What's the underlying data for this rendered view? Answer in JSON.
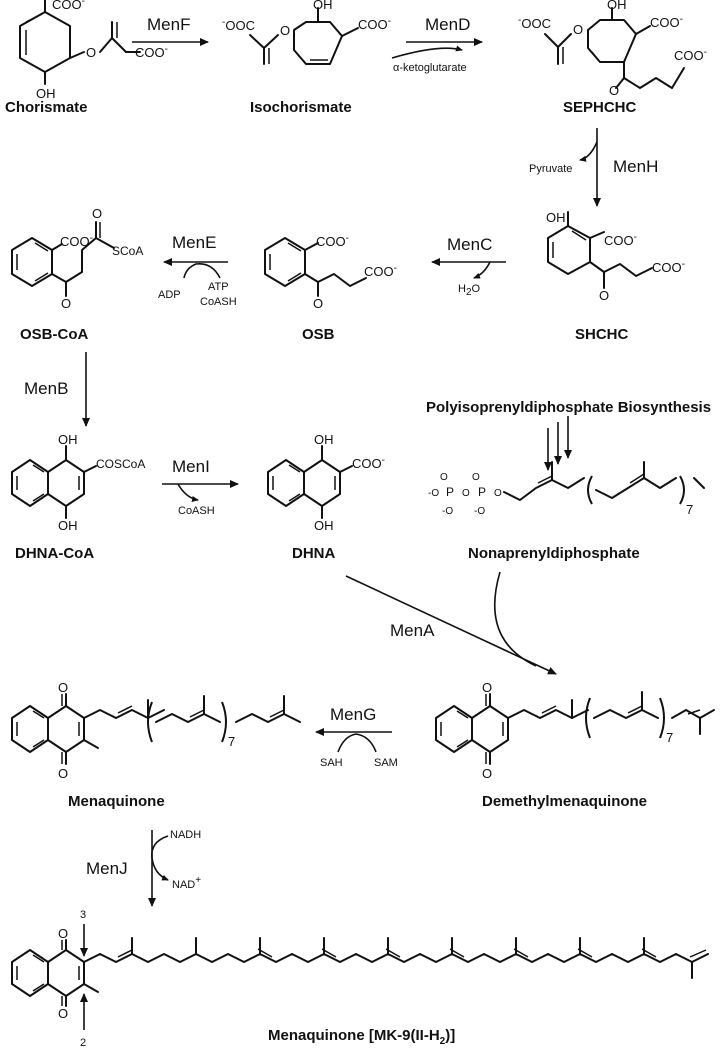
{
  "compounds": {
    "chorismate": "Chorismate",
    "isochorismate": "Isochorismate",
    "sephchc": "SEPHCHC",
    "shchc": "SHCHC",
    "osb": "OSB",
    "osb_coa": "OSB-CoA",
    "dhna_coa": "DHNA-CoA",
    "dhna": "DHNA",
    "nonaprenyl": "Nonaprenyldiphosphate",
    "demethylmenaquinone": "Demethylmenaquinone",
    "menaquinone": "Menaquinone",
    "mk9": "Menaquinone [MK-9(II-H",
    "mk9_sub": "2",
    "mk9_end": ")]"
  },
  "enzymes": {
    "menF": "MenF",
    "menD": "MenD",
    "menH": "MenH",
    "menC": "MenC",
    "menE": "MenE",
    "menB": "MenB",
    "menI": "MenI",
    "menA": "MenA",
    "menG": "MenG",
    "menJ": "MenJ"
  },
  "cofactors": {
    "akg": "α-ketoglutarate",
    "pyruvate": "Pyruvate",
    "h2o": "H",
    "h2o_sub": "2",
    "h2o_end": "O",
    "adp": "ADP",
    "atp": "ATP",
    "coash": "CoASH",
    "coash2": "CoASH",
    "sah": "SAH",
    "sam": "SAM",
    "nadh": "NADH",
    "nad": "NAD",
    "nad_sup": "+"
  },
  "other": {
    "polyiso": "Polyisoprenyldiphosphate Biosynthesis",
    "n7a": "7",
    "n7b": "7",
    "n7c": "7",
    "pos3": "3",
    "pos2": "2"
  },
  "groups": {
    "coo": "COO",
    "minus": "-",
    "oh": "OH",
    "scoa": "SCoA",
    "coscoa": "COSCoA",
    "o": "O",
    "p": "P",
    "ooc": "-OOC",
    "neg_o": "-O"
  }
}
